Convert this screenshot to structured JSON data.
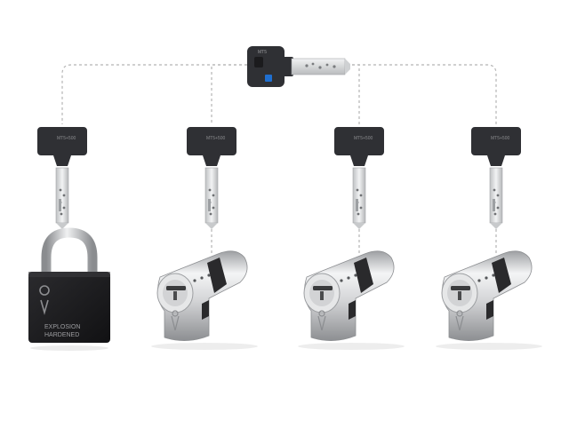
{
  "diagram": {
    "master_key": {
      "icon": "master-key-icon",
      "brand_text": "MT5"
    },
    "child_keys": [
      {
        "icon": "key-icon",
        "brand_text": "MT5+500"
      },
      {
        "icon": "key-icon",
        "brand_text": "MT5+500"
      },
      {
        "icon": "key-icon",
        "brand_text": "MT5+500"
      },
      {
        "icon": "key-icon",
        "brand_text": "MT5+500"
      }
    ],
    "locks": [
      {
        "type": "padlock",
        "icon": "padlock-icon",
        "engraving": [
          "EXPLOSION",
          "HARDENED"
        ]
      },
      {
        "type": "euro-cylinder",
        "icon": "cylinder-lock-icon"
      },
      {
        "type": "euro-cylinder",
        "icon": "cylinder-lock-icon"
      },
      {
        "type": "euro-cylinder",
        "icon": "cylinder-lock-icon"
      }
    ],
    "colors": {
      "key_head": "#2f3034",
      "key_blade": "#d9dadc",
      "padlock_body": "#1c1c1e",
      "cylinder": "#c9cacc",
      "connector_line": "#b5b5b5",
      "master_accent": "#1f6fd0"
    }
  }
}
